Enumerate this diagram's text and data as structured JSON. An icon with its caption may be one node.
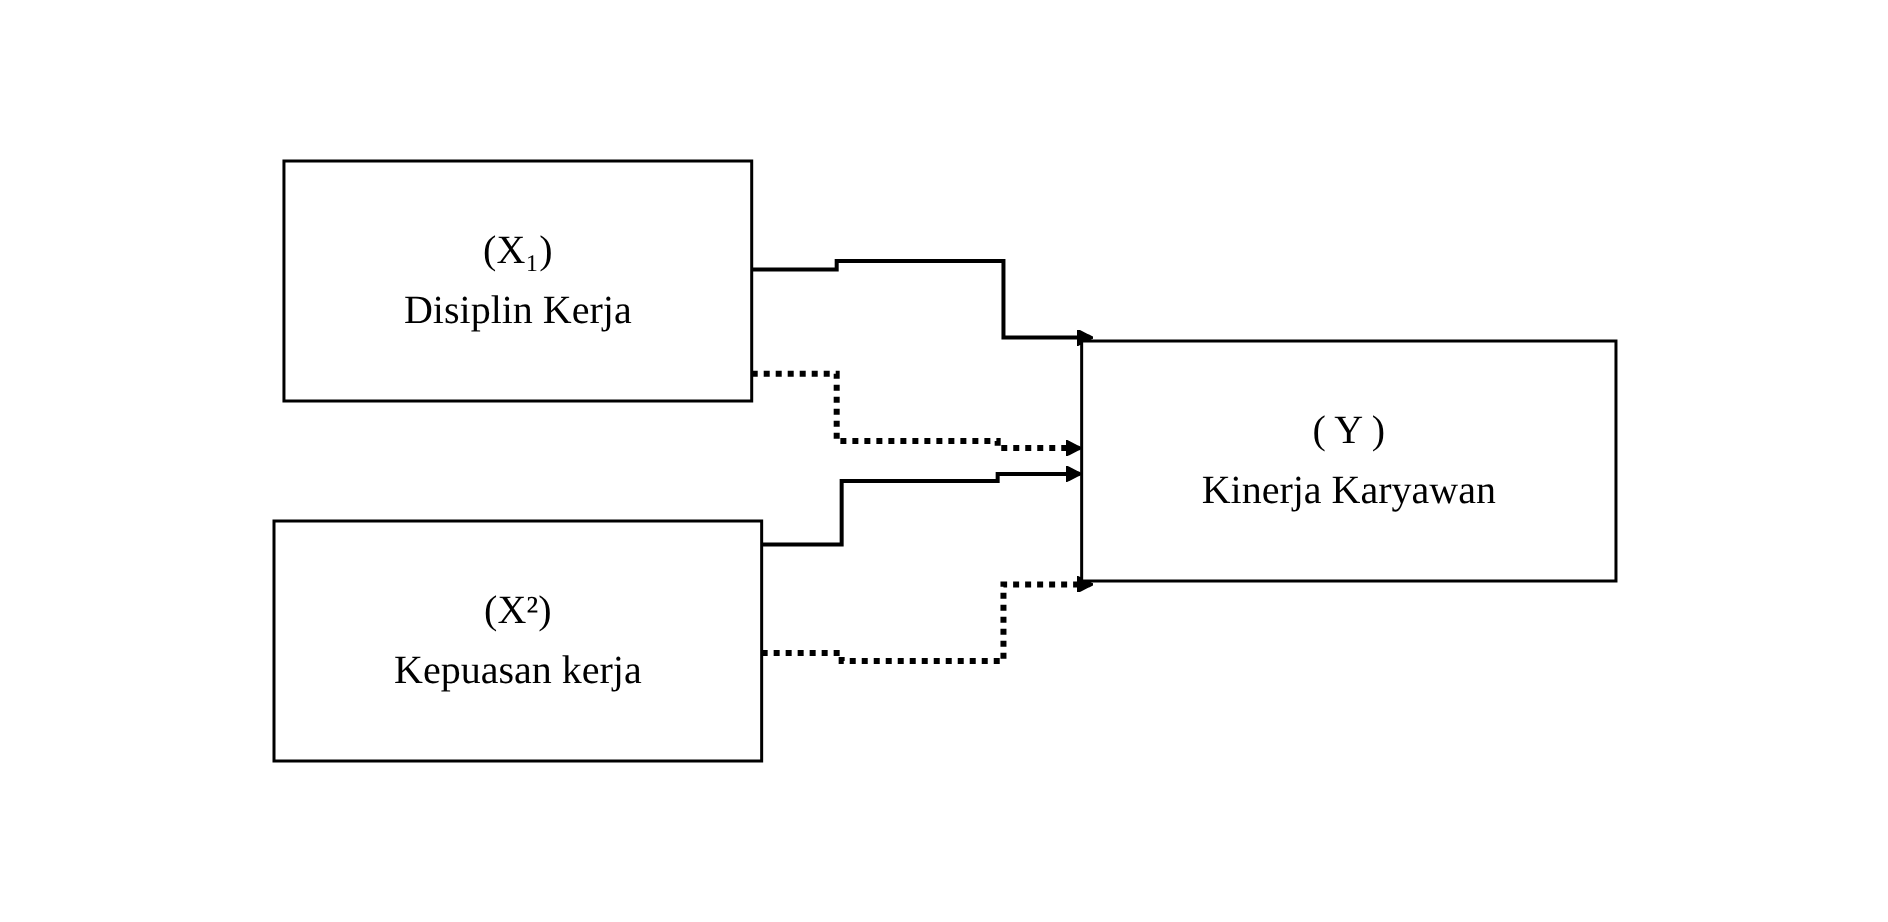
{
  "diagram": {
    "nodes": [
      {
        "text": [
          "(X₁)",
          "Disiplin Kerja"
        ]
      },
      {
        "text": [
          "(X²)",
          "Kepuasan kerja"
        ]
      },
      {
        "text": [
          "( Y )",
          "Kinerja Karyawan"
        ]
      }
    ],
    "edges": [
      {
        "from": 0,
        "to": 2,
        "arrow": "to"
      },
      {
        "from": 1,
        "to": 2,
        "arrow": "to"
      },
      {
        "from": 0,
        "to": 2,
        "arrow": "to",
        "style": "dashed"
      },
      {
        "from": 1,
        "to": 2,
        "arrow": "to",
        "style": "dashed"
      }
    ]
  }
}
